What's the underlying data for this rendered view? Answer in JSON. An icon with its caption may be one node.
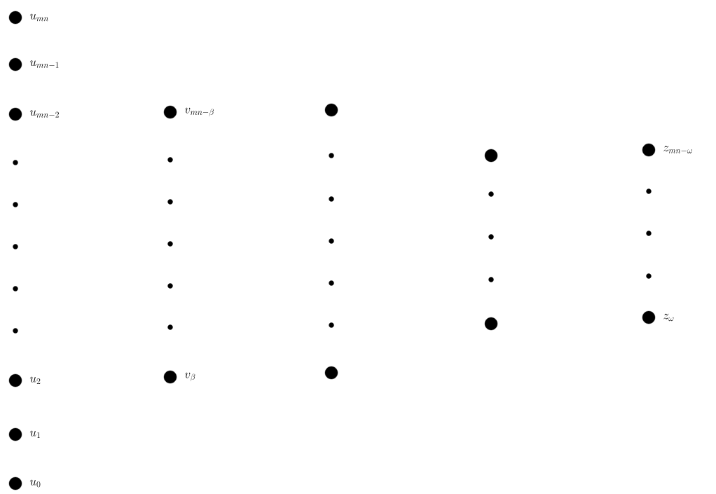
{
  "diagram": {
    "nodes": [
      {
        "text": [],
        "shape": "circle",
        "beside": [
          "u_{mn}"
        ]
      },
      {
        "text": [],
        "shape": "circle",
        "beside": [
          "u_{mn-1}"
        ]
      },
      {
        "text": [],
        "shape": "circle",
        "beside": [
          "u_{mn-2}"
        ]
      },
      {
        "text": [],
        "shape": "circle"
      },
      {
        "text": [],
        "shape": "circle"
      },
      {
        "text": [],
        "shape": "circle"
      },
      {
        "text": [],
        "shape": "circle"
      },
      {
        "text": [],
        "shape": "circle"
      },
      {
        "text": [],
        "shape": "circle",
        "beside": [
          "u_2"
        ]
      },
      {
        "text": [],
        "shape": "circle",
        "beside": [
          "u_1"
        ]
      },
      {
        "text": [],
        "shape": "circle",
        "beside": [
          "u_0"
        ]
      },
      {
        "text": [],
        "shape": "circle",
        "beside": [
          "v_{mn-\\beta}"
        ]
      },
      {
        "text": [],
        "shape": "circle"
      },
      {
        "text": [],
        "shape": "circle"
      },
      {
        "text": [],
        "shape": "circle"
      },
      {
        "text": [],
        "shape": "circle"
      },
      {
        "text": [],
        "shape": "circle"
      },
      {
        "text": [],
        "shape": "circle",
        "beside": [
          "v_\\beta"
        ]
      },
      {
        "text": [],
        "shape": "circle"
      },
      {
        "text": [],
        "shape": "circle"
      },
      {
        "text": [],
        "shape": "circle"
      },
      {
        "text": [],
        "shape": "circle"
      },
      {
        "text": [],
        "shape": "circle"
      },
      {
        "text": [],
        "shape": "circle"
      },
      {
        "text": [],
        "shape": "circle"
      },
      {
        "text": [],
        "shape": "circle"
      },
      {
        "text": [],
        "shape": "circle"
      },
      {
        "text": [],
        "shape": "circle"
      },
      {
        "text": [],
        "shape": "circle"
      },
      {
        "text": [],
        "shape": "circle"
      },
      {
        "text": [],
        "shape": "circle",
        "beside": [
          "z_{mn-\\omega}"
        ]
      },
      {
        "text": [],
        "shape": "circle"
      },
      {
        "text": [],
        "shape": "circle"
      },
      {
        "text": [],
        "shape": "circle"
      },
      {
        "text": [],
        "shape": "circle",
        "beside": [
          "z_\\omega"
        ]
      }
    ]
  }
}
